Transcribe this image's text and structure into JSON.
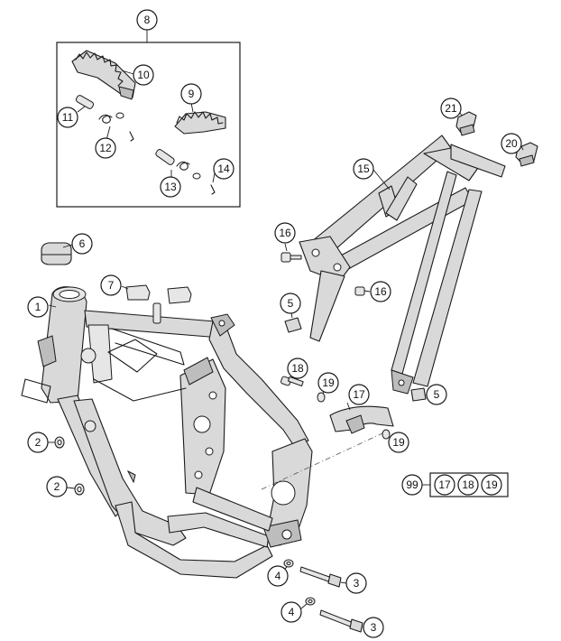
{
  "callouts": {
    "c1": "1",
    "c2a": "2",
    "c2b": "2",
    "c3a": "3",
    "c3b": "3",
    "c4a": "4",
    "c4b": "4",
    "c5a": "5",
    "c5b": "5",
    "c6": "6",
    "c7": "7",
    "c8": "8",
    "c9": "9",
    "c10": "10",
    "c11": "11",
    "c12": "12",
    "c13": "13",
    "c14": "14",
    "c15": "15",
    "c16a": "16",
    "c16b": "16",
    "c17a": "17",
    "c17b": "17",
    "c18a": "18",
    "c18b": "18",
    "c19a": "19",
    "c19b": "19",
    "c19c": "19",
    "c20": "20",
    "c21": "21",
    "c99": "99"
  },
  "colors": {
    "line": "#1a1a1a",
    "fill": "#d9d9d9",
    "background": "#ffffff"
  }
}
